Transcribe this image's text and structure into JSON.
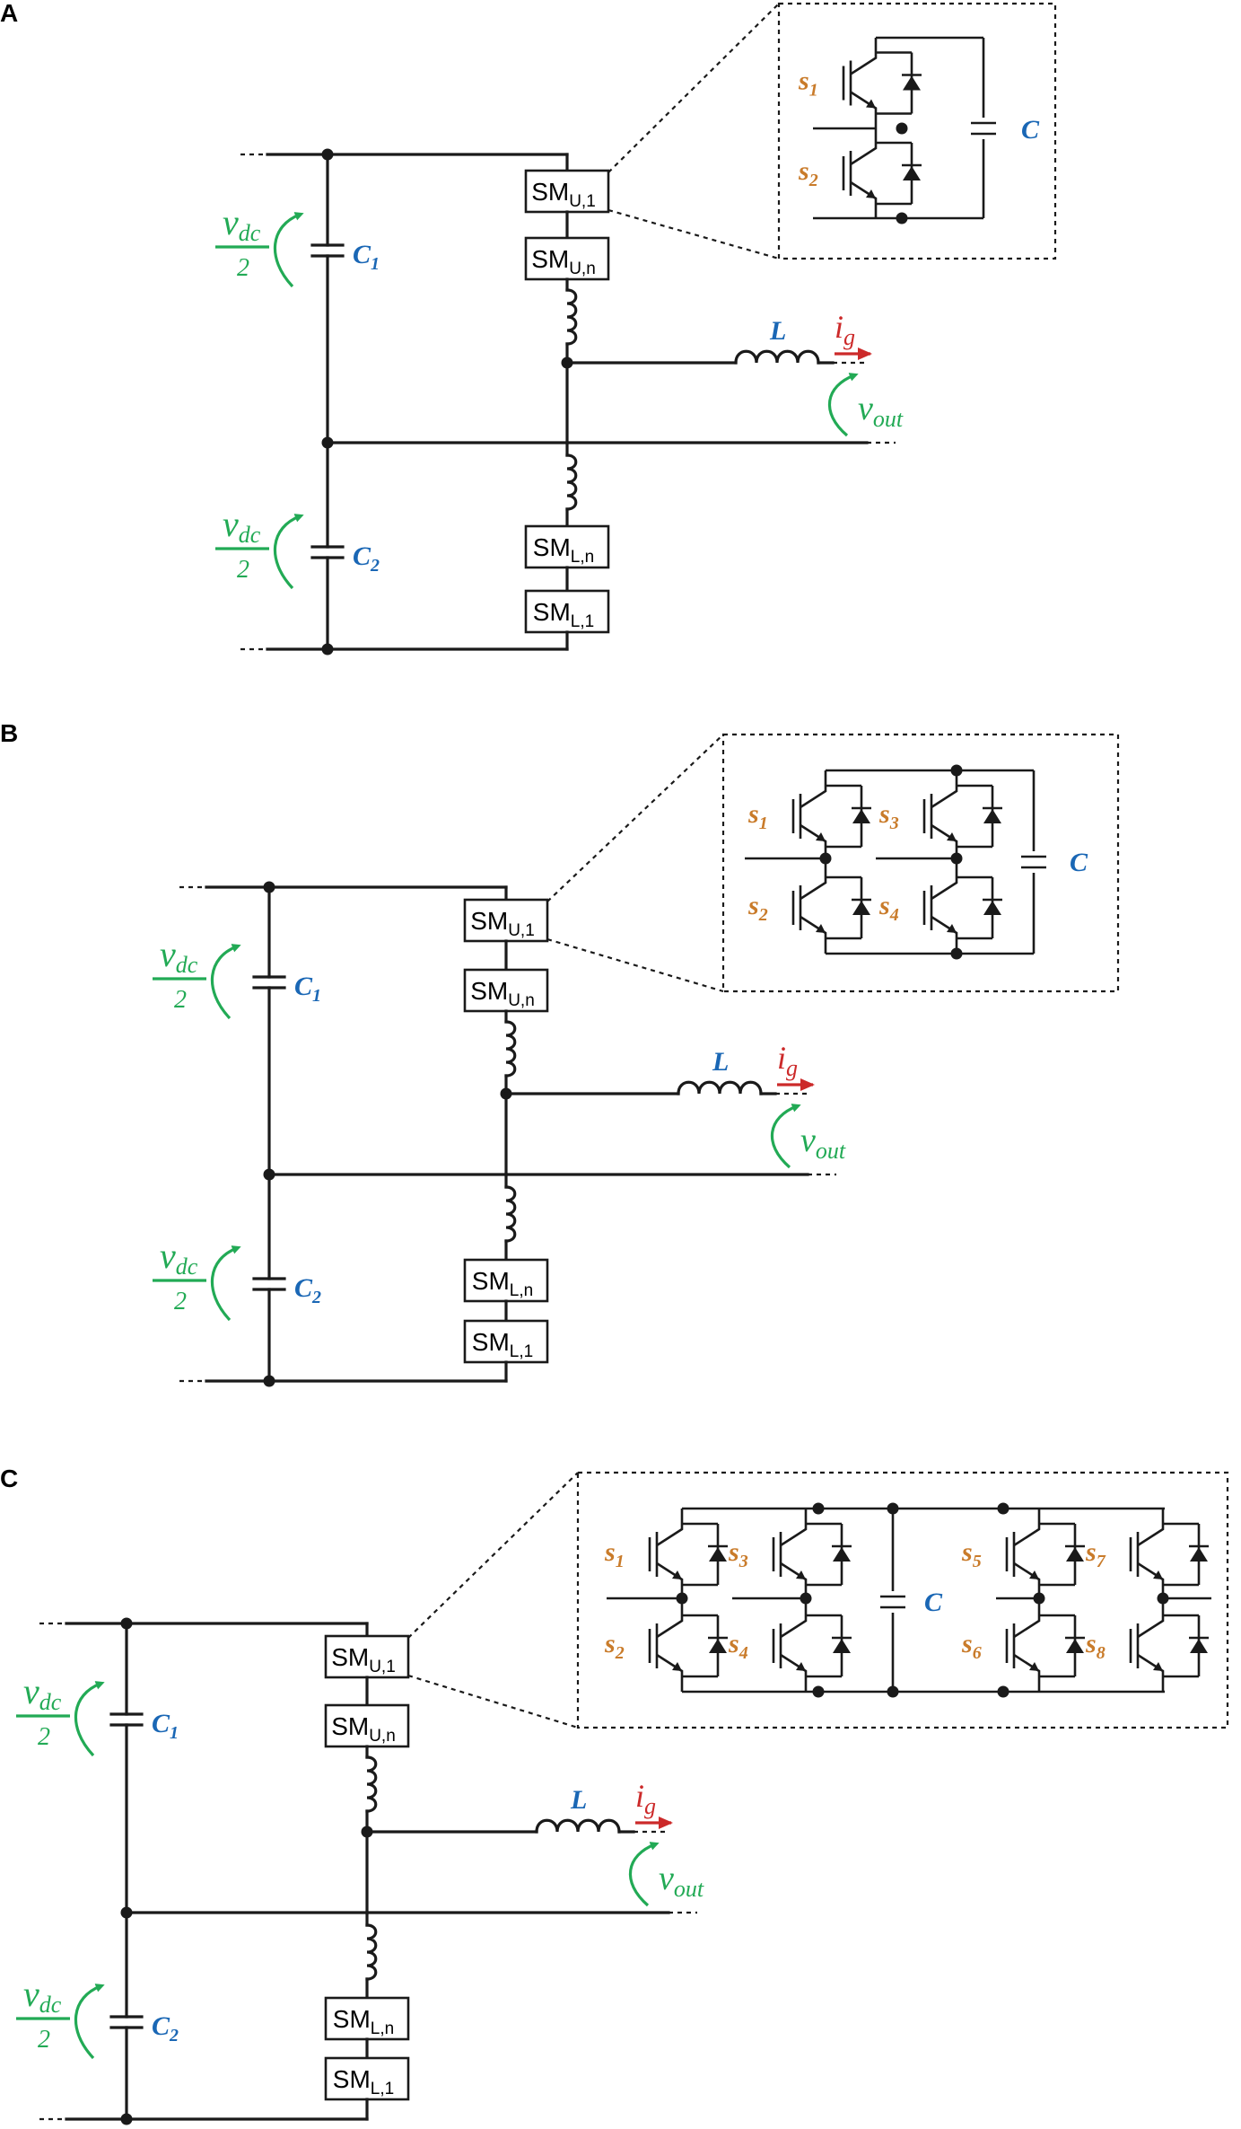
{
  "panels": [
    {
      "letter": "A",
      "switches": [
        "s",
        "s"
      ],
      "switch_subs": [
        "1",
        "2"
      ]
    },
    {
      "letter": "B",
      "switches": [
        "s",
        "s",
        "s",
        "s"
      ],
      "switch_subs": [
        "1",
        "2",
        "3",
        "4"
      ]
    },
    {
      "letter": "C",
      "switches": [
        "s",
        "s",
        "s",
        "s",
        "s",
        "s",
        "s",
        "s"
      ],
      "switch_subs": [
        "1",
        "2",
        "3",
        "4",
        "5",
        "6",
        "7",
        "8"
      ]
    }
  ],
  "labels": {
    "sm_main": "SM",
    "sm_u1": "U,1",
    "sm_un": "U,n",
    "sm_ln": "L,n",
    "sm_l1": "L,1",
    "cap1": "C",
    "cap1_sub": "1",
    "cap2": "C",
    "cap2_sub": "2",
    "submodule_cap": "C",
    "inductor": "L",
    "current": "i",
    "current_sub": "g",
    "vout": "v",
    "vout_sub": "out",
    "vdc_num": "v",
    "vdc_sub": "dc",
    "vdc_den": "2"
  },
  "colors": {
    "wire": "#1a1a1a",
    "switch_label": "#c97b2a",
    "component_label": "#1a67b5",
    "voltage": "#22aa55",
    "current": "#cc2a2a"
  }
}
